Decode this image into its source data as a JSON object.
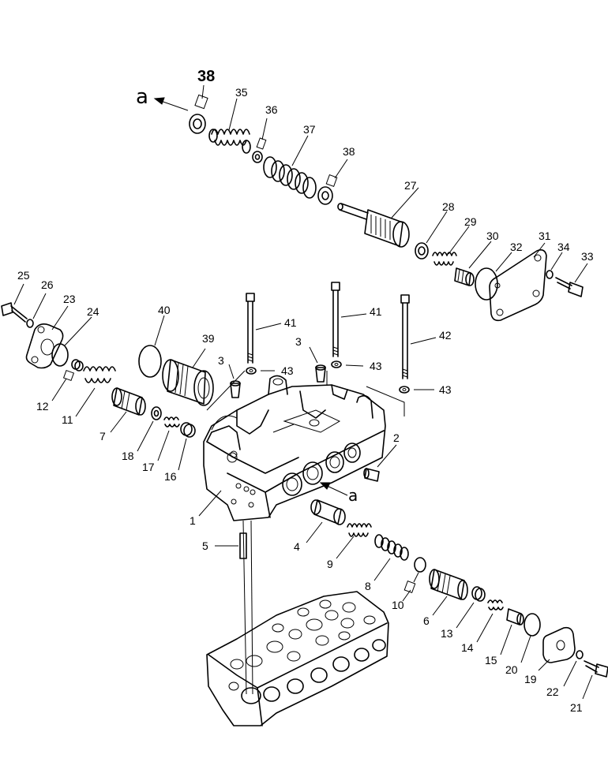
{
  "diagram": {
    "reference_letter": "a",
    "labels": {
      "p1": "1",
      "p2": "2",
      "p3a": "3",
      "p3b": "3",
      "p4": "4",
      "p5": "5",
      "p6": "6",
      "p7": "7",
      "p8": "8",
      "p9": "9",
      "p10": "10",
      "p11": "11",
      "p12": "12",
      "p13": "13",
      "p14": "14",
      "p15": "15",
      "p16": "16",
      "p17": "17",
      "p18": "18",
      "p19": "19",
      "p20": "20",
      "p21": "21",
      "p22": "22",
      "p23": "23",
      "p24": "24",
      "p25": "25",
      "p26": "26",
      "p27": "27",
      "p28": "28",
      "p29": "29",
      "p30": "30",
      "p31": "31",
      "p32": "32",
      "p33": "33",
      "p34": "34",
      "p35": "35",
      "p36": "36",
      "p37": "37",
      "p38a": "38",
      "p38b": "38",
      "p39": "39",
      "p40": "40",
      "p41a": "41",
      "p41b": "41",
      "p42": "42",
      "p43a": "43",
      "p43b": "43",
      "p43c": "43"
    }
  }
}
